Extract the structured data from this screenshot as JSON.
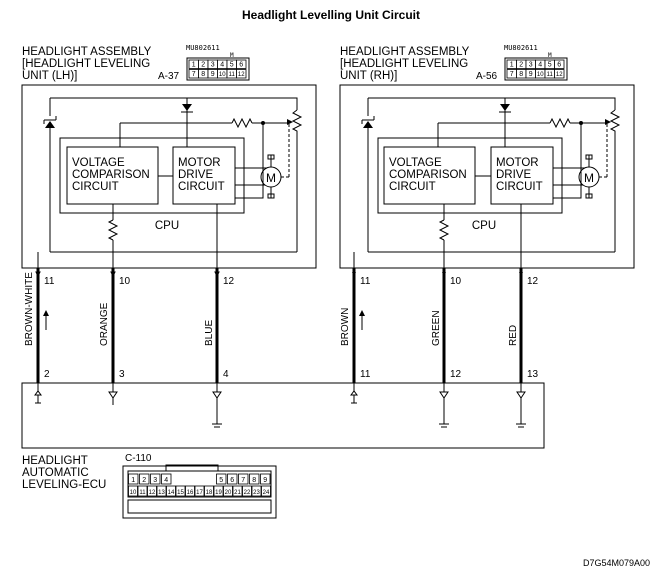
{
  "title": "Headlight Levelling Unit Circuit",
  "figure_code": "D7G54M079A00",
  "units": [
    {
      "label_lines": [
        "HEADLIGHT ASSEMBLY",
        "[HEADLIGHT LEVELING",
        "UNIT (LH)]"
      ],
      "connector_id": "A-37",
      "connector_part": "MU802611",
      "connector_pins": [
        "1",
        "2",
        "3",
        "4",
        "5",
        "6",
        "7",
        "8",
        "9",
        "10",
        "11",
        "12"
      ],
      "connector_color": "M",
      "circuits": {
        "voltage": [
          "VOLTAGE",
          "COMPARISON",
          "CIRCUIT"
        ],
        "motor": [
          "MOTOR",
          "DRIVE",
          "CIRCUIT"
        ],
        "cpu": "CPU"
      },
      "unit_pins": [
        "11",
        "10",
        "12"
      ],
      "wires": [
        "BROWN-WHITE",
        "ORANGE",
        "BLUE"
      ],
      "ecu_pins": [
        "2",
        "3",
        "4"
      ]
    },
    {
      "label_lines": [
        "HEADLIGHT ASSEMBLY",
        "[HEADLIGHT LEVELING",
        "UNIT (RH)]"
      ],
      "connector_id": "A-56",
      "connector_part": "MU802611",
      "connector_pins": [
        "1",
        "2",
        "3",
        "4",
        "5",
        "6",
        "7",
        "8",
        "9",
        "10",
        "11",
        "12"
      ],
      "connector_color": "M",
      "circuits": {
        "voltage": [
          "VOLTAGE",
          "COMPARISON",
          "CIRCUIT"
        ],
        "motor": [
          "MOTOR",
          "DRIVE",
          "CIRCUIT"
        ],
        "cpu": "CPU"
      },
      "unit_pins": [
        "11",
        "10",
        "12"
      ],
      "wires": [
        "BROWN",
        "GREEN",
        "RED"
      ],
      "ecu_pins": [
        "11",
        "12",
        "13"
      ]
    }
  ],
  "ecu": {
    "label_lines": [
      "HEADLIGHT",
      "AUTOMATIC",
      "LEVELING-ECU"
    ],
    "connector_id": "C-110",
    "row1": [
      "1",
      "2",
      "3",
      "4",
      "",
      "",
      "",
      "",
      "5",
      "6",
      "7",
      "8",
      "9"
    ],
    "row2": [
      "10",
      "11",
      "12",
      "13",
      "14",
      "15",
      "16",
      "17",
      "18",
      "19",
      "20",
      "21",
      "22",
      "23",
      "24"
    ]
  },
  "colors": {
    "line": "#000000",
    "background": "#ffffff"
  }
}
